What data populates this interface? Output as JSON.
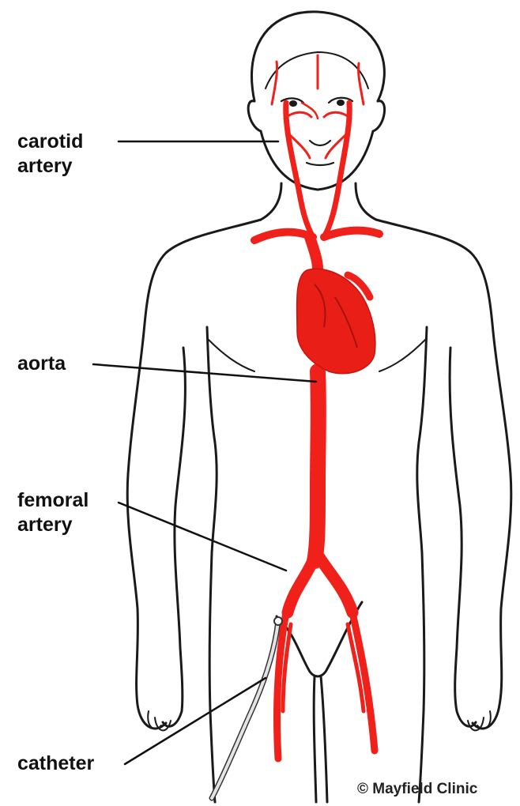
{
  "labels": {
    "carotid": [
      "carotid",
      "artery"
    ],
    "aorta": "aorta",
    "femoral": [
      "femoral",
      "artery"
    ],
    "catheter": "catheter"
  },
  "copyright": "© Mayfield Clinic",
  "colors": {
    "artery": "#f0201a",
    "heart": "#e81e17",
    "outline": "#1a1a1a",
    "catheter": "#d8d8d8"
  }
}
